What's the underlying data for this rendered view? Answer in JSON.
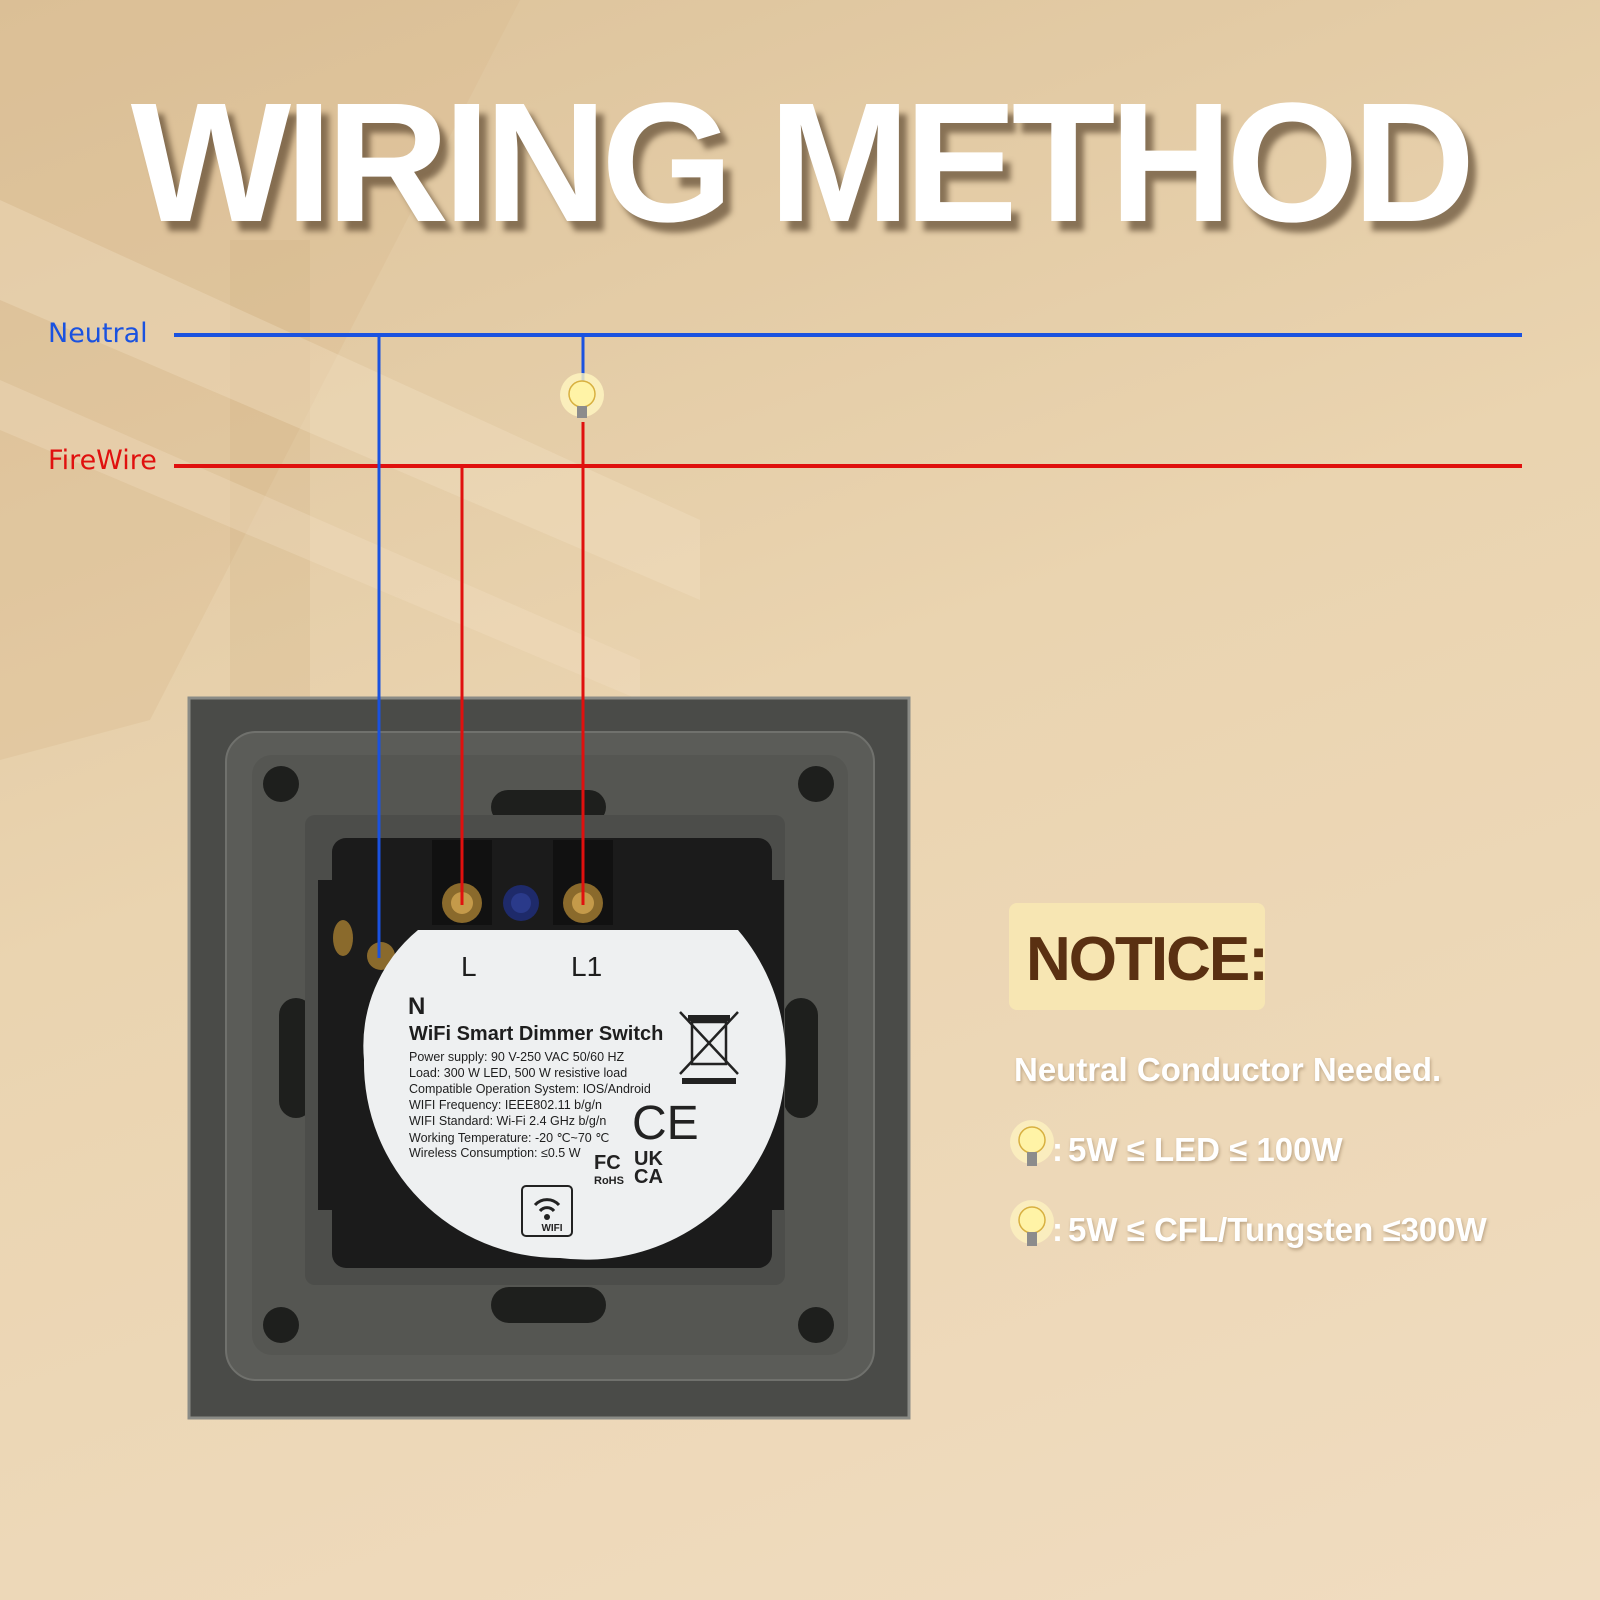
{
  "title": "WIRING METHOD",
  "wires": {
    "neutral_label": "Neutral",
    "fire_label": "FireWire",
    "neutral_color": "#1a52e0",
    "fire_color": "#e0100e"
  },
  "device": {
    "terminal_L": "L",
    "terminal_L1": "L1",
    "terminal_N": "N",
    "product_name": "WiFi Smart Dimmer Switch",
    "specs": [
      "Power supply: 90 V-250 VAC 50/60 HZ",
      "Load: 300 W LED, 500 W resistive load",
      "Compatible Operation System: IOS/Android",
      "WIFI Frequency: IEEE802.11 b/g/n",
      "WIFI Standard: Wi-Fi 2.4 GHz b/g/n",
      "Working Temperature: -20 ℃~70 ℃",
      "Wireless Consumption: ≤0.5 W"
    ],
    "marks": {
      "ce": "CE",
      "fc": "FC",
      "rohs": "RoHS",
      "ukca": "UK CA",
      "wifi": "WIFI"
    },
    "icons": [
      "weee-bin-icon",
      "wifi-icon",
      "bulb-icon"
    ]
  },
  "notice": {
    "heading": "NOTICE:",
    "neutral": "Neutral Conductor Needed.",
    "led": "5W ≤ LED ≤ 100W",
    "cfl": "5W ≤ CFL/Tungsten ≤300W",
    "heading_color": "#5a3012",
    "box_color": "#f7e6b3"
  }
}
